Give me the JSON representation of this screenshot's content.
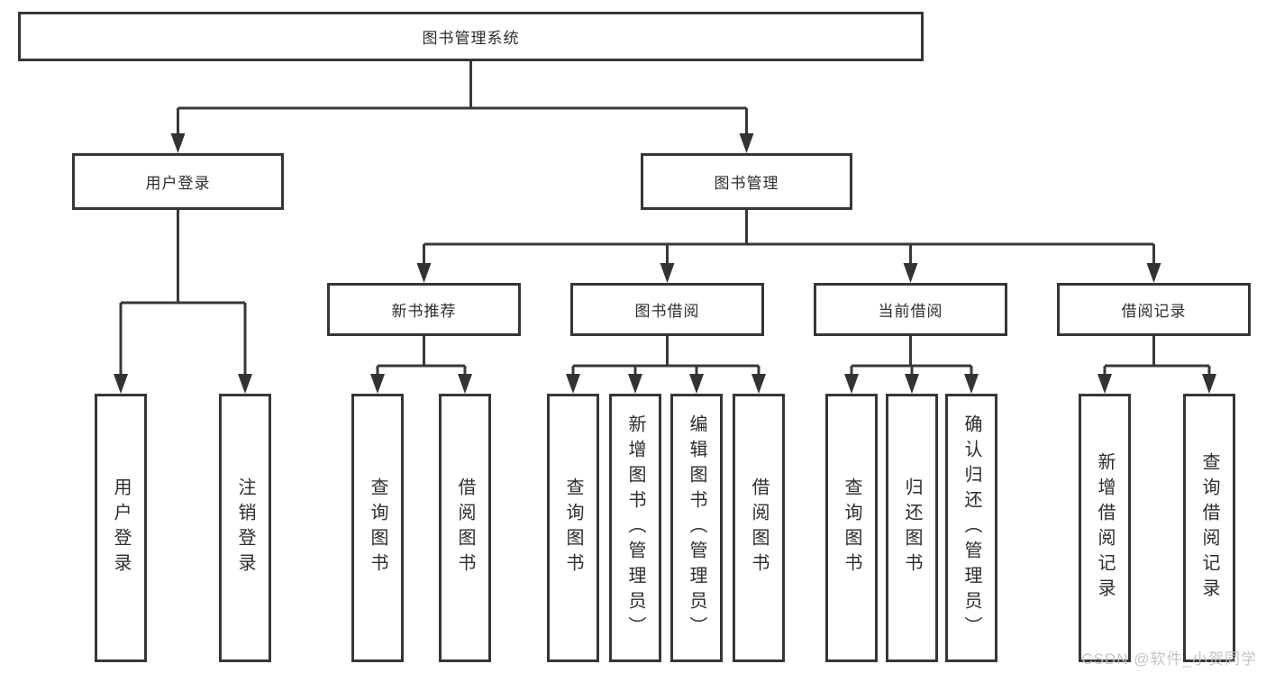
{
  "diagram": {
    "root": "图书管理系统",
    "level2": [
      "用户登录",
      "图书管理"
    ],
    "level3": [
      "新书推荐",
      "图书借阅",
      "当前借阅",
      "借阅记录"
    ],
    "leaves_user_login": [
      "用户登录",
      "注销登录"
    ],
    "leaves_new_book": [
      "查询图书",
      "借阅图书"
    ],
    "leaves_book_borrow": [
      "查询图书",
      "新增图书（管理员）",
      "编辑图书（管理员）",
      "借阅图书"
    ],
    "leaves_current_borrow": [
      "查询图书",
      "归还图书",
      "确认归还（管理员）"
    ],
    "leaves_borrow_records": [
      "新增借阅记录",
      "查询借阅记录"
    ]
  },
  "watermark": "CSDN @软件_小贺同学",
  "colors": {
    "line": "#383838",
    "border": "#363636",
    "text": "#2d2d2d",
    "watermark": "#c1c1c1"
  }
}
